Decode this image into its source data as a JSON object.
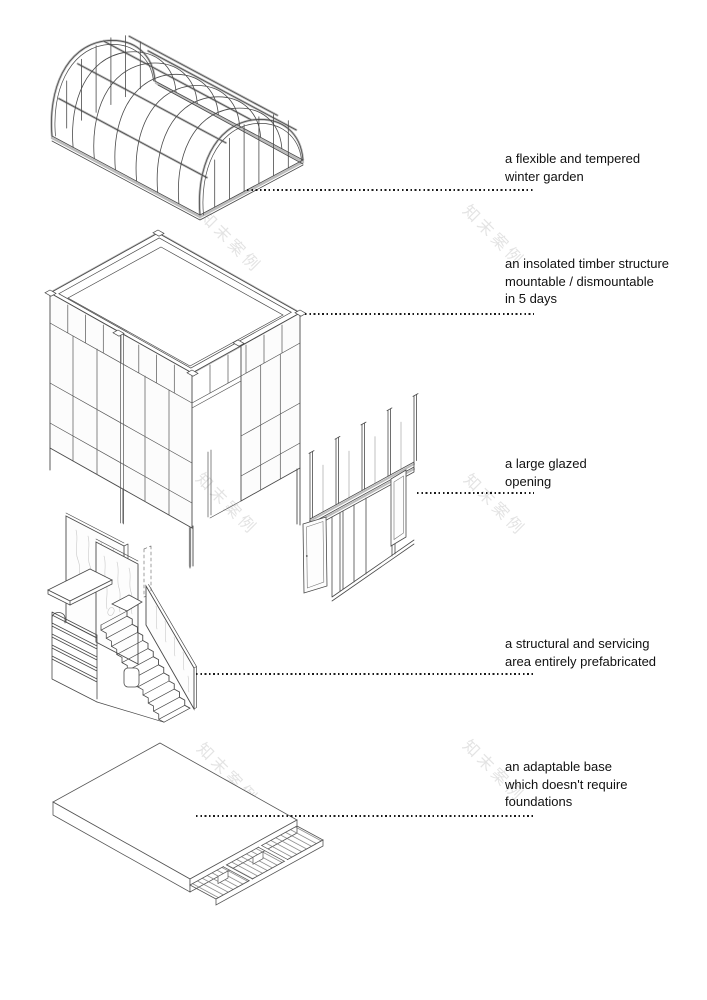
{
  "colors": {
    "background": "#ffffff",
    "line": "#4a4a4a",
    "beam_gray": "#bcbcbc",
    "label_text": "#111111",
    "leader_dots": "#1a1a1a",
    "watermark": "rgba(70,70,70,0.15)"
  },
  "watermark": {
    "text": "知末案例"
  },
  "items": [
    {
      "name": "winter-garden",
      "lines": [
        "a flexible and tempered",
        "winter garden"
      ]
    },
    {
      "name": "timber-structure",
      "lines": [
        "an insolated timber structure",
        "mountable / dismountable",
        "in 5 days"
      ]
    },
    {
      "name": "glazed-opening",
      "lines": [
        "a large glazed",
        "opening"
      ]
    },
    {
      "name": "service-core",
      "lines": [
        "a structural and servicing",
        "area entirely prefabricated"
      ]
    },
    {
      "name": "base-platform",
      "lines": [
        "an adaptable base",
        "which doesn't require",
        "foundations"
      ]
    }
  ]
}
